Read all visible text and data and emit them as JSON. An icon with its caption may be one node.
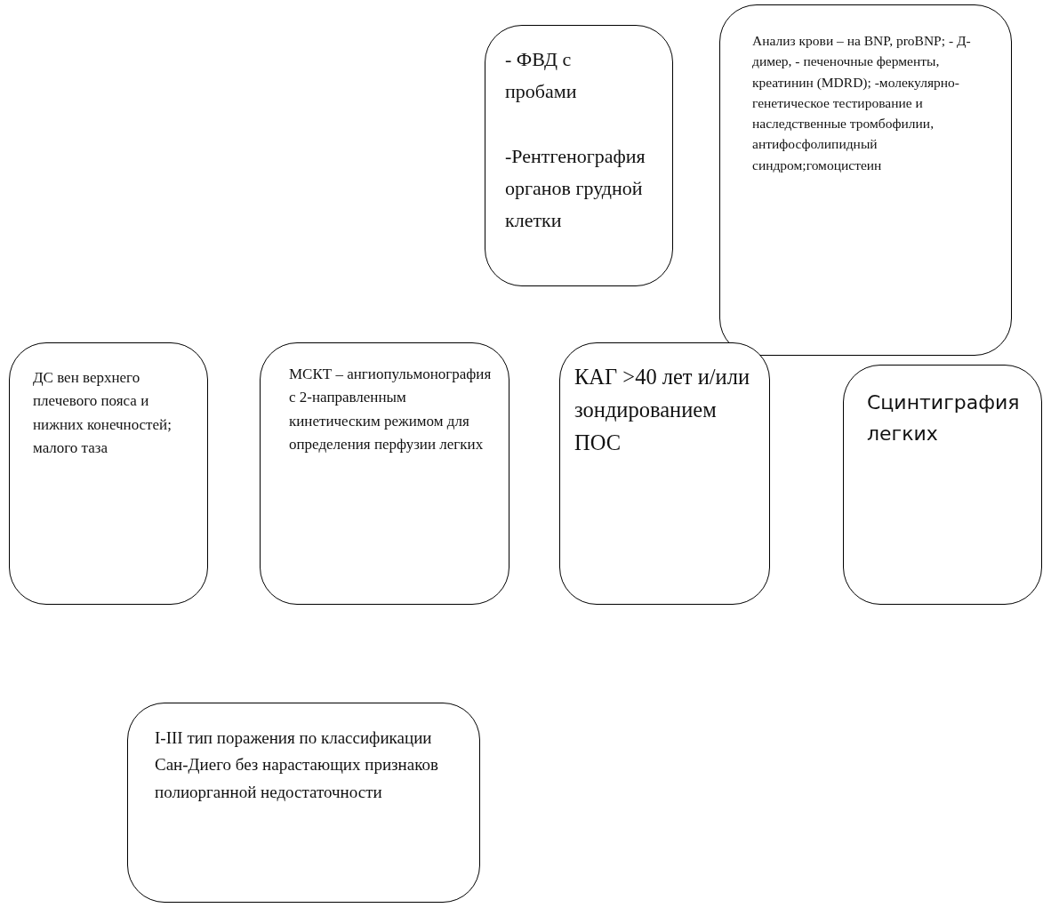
{
  "diagram": {
    "nodes": [
      {
        "text": [
          "- ФВД с пробами",
          "-Рентгенография органов грудной клетки"
        ]
      },
      {
        "text": [
          "Анализ крови – на BNP, proBNP; - Д-димер, - печеночные ферменты, креатинин (MDRD); -молекулярно-генетическое тестирование и наследственные тромбофилии, антифосфолипидный синдром;гомоцистеин"
        ]
      },
      {
        "text": [
          "ДС вен верхнего плечевого пояса и нижних конечностей; малого таза"
        ]
      },
      {
        "text": [
          "МСКТ – ангиопульмонография с 2-направленным кинетическим режимом для определения перфузии легких"
        ]
      },
      {
        "text": [
          "КАГ >40 лет и/или зондированием ПОС"
        ]
      },
      {
        "text": [
          "Сцинтиграфия легких"
        ]
      },
      {
        "text": [
          "I-III тип поражения по классификации Сан-Диего без нарастающих признаков полиорганной недостаточности"
        ]
      }
    ]
  }
}
